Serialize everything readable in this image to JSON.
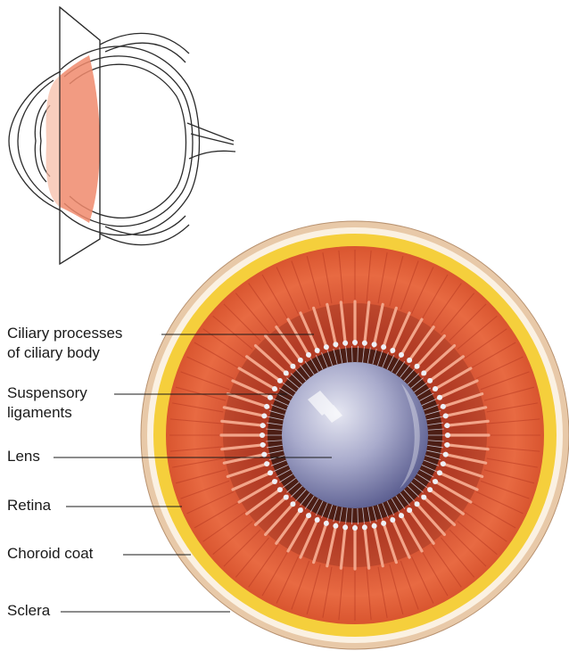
{
  "labels": {
    "ciliary_processes_line1": "Ciliary processes",
    "ciliary_processes_line2": "of ciliary body",
    "suspensory_line1": "Suspensory",
    "suspensory_line2": "ligaments",
    "lens": "Lens",
    "retina": "Retina",
    "choroid": "Choroid coat",
    "sclera": "Sclera"
  },
  "colors": {
    "sclera": "#e8c9a8",
    "choroid": "#f5cf3c",
    "retina": "#e8673f",
    "lens": "#8c8fb8",
    "section_plane": "#f08a6c",
    "outline": "#2b2b2b"
  }
}
